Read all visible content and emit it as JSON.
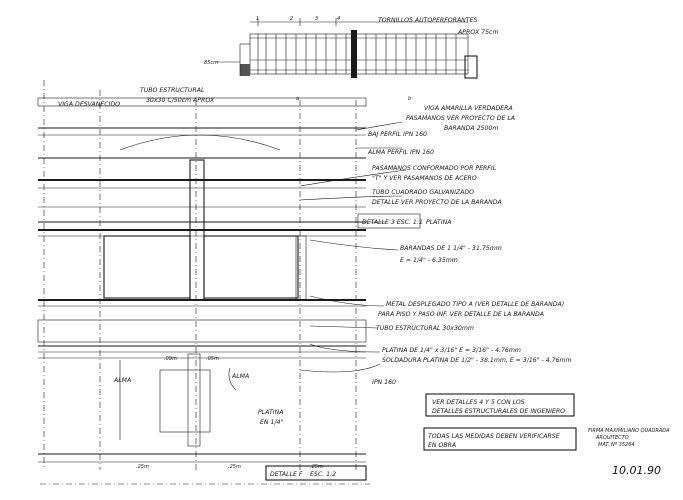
{
  "labels": {
    "top_anclajes": "TORNILLOS AUTOPERFORANTES",
    "top_dim": "APROX 75cm",
    "top_side_dim": "85cm",
    "tubo_estructural": "TUBO ESTRUCTURAL",
    "tubo_spec": "30x30 C/50cm APROX",
    "viga_desvanecido": "VIGA DESVANECIDO",
    "viga_amarilla": "VIGA AMARILLA VERDADERA",
    "pasamanos": "PASAMANOS VER PROYECTO DE LA",
    "pasamanos2": "BARANDA 2500m",
    "perfil_ipn": "BAJ PERFIL IPN 160",
    "alma_perfil": "ALMA PERFIL IPN 160",
    "pasamanos_conformado": "PASAMANOS CONFORMADO POR PERFIL",
    "pasamanos_conformado2": "\"T\" Y VER PASAMANOS DE ACERO",
    "tubo_cuadrado": "TUBO CUADRADO GALVANIZADO",
    "tubo_cuadrado2": "DETALLE VER PROYECTO DE LA BARANDA",
    "detalle_3": "DETALLE 3 ESC. 1:1",
    "platina": "PLATINA",
    "barandas_de": "BARANDAS DE 1 1/4\" - 31.75mm",
    "barandas_de2": "E = 1/4\" - 6.35mm",
    "metal_desplegado": "METAL DESPLEGADO TIPO A (VER DETALLE DE BARANDA)",
    "metal_desplegado2": "PARA PISO Y PASO INF. VER DETALLE DE LA BARANDA",
    "tubo_estructural2": "TUBO ESTRUCTURAL 30x30mm",
    "platina_de": "PLATINA DE 1/4\" x 3/16\" E = 3/16\" - 4.76mm",
    "soldadura": "SOLDADURA PLATINA DE 1/2\" - 38.1mm, E = 3/16\" - 4.76mm",
    "ipn": "IPN 160",
    "alma": "ALMA",
    "alma2": "ALMA",
    "platina_left": "PLATINA",
    "platina_left2": "EN 1/4\"",
    "dim_09": ".09m",
    "dim_05": ".05m",
    "dim_25a": ".25m",
    "dim_25b": ".25m",
    "dim_25c": ".25m",
    "ver_detalles": "VER DETALLES 4 Y 5 CON LOS",
    "ver_detalles2": "DETALLES ESTRUCTURALES DE INGENIERO",
    "todas_medidas": "TODAS LAS MEDIDAS DEBEN VERIFICARSE",
    "todas_medidas2": "EN OBRA",
    "detalle_f": "DETALLE F",
    "escala": "ESC. 1:2",
    "architect_1": "FIRMA MAXIMILIANO QUADRADA",
    "architect_2": "ARQUITECTO",
    "architect_3": "MAT. Nº 35264",
    "date": "10.01.90",
    "col_1": "1",
    "col_2": "2",
    "col_3": "3",
    "col_4": "4",
    "ref_a": "a",
    "ref_b": "b"
  }
}
